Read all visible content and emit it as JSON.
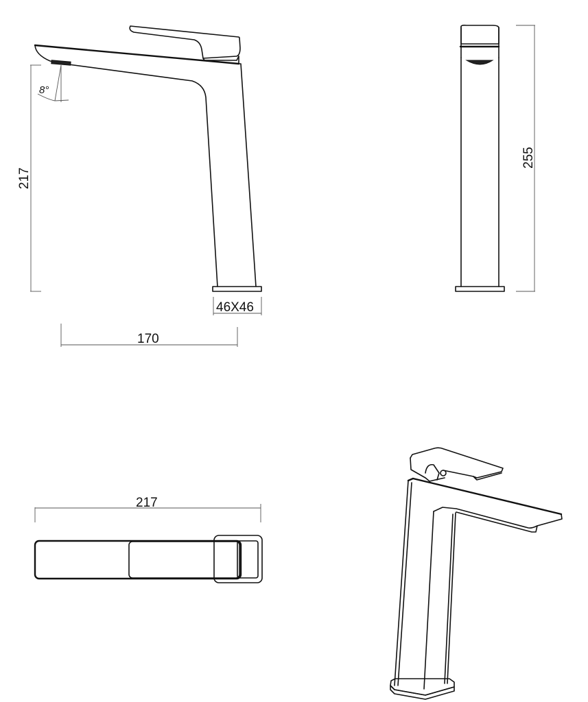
{
  "drawing": {
    "subject": "Tall single-lever basin mixer tap",
    "units": "mm",
    "views": {
      "side": {
        "label": "side-elevation",
        "dimensions": {
          "spout_height": "217",
          "spout_angle": "8°",
          "base_size": "46X46",
          "spout_reach": "170"
        }
      },
      "front": {
        "label": "front-elevation",
        "dimensions": {
          "overall_height": "255"
        }
      },
      "top": {
        "label": "plan-view",
        "dimensions": {
          "overall_length": "217"
        }
      },
      "iso": {
        "label": "isometric-view"
      }
    },
    "colors": {
      "line": "#111111",
      "dimension_line": "#555555",
      "background": "#ffffff"
    }
  }
}
